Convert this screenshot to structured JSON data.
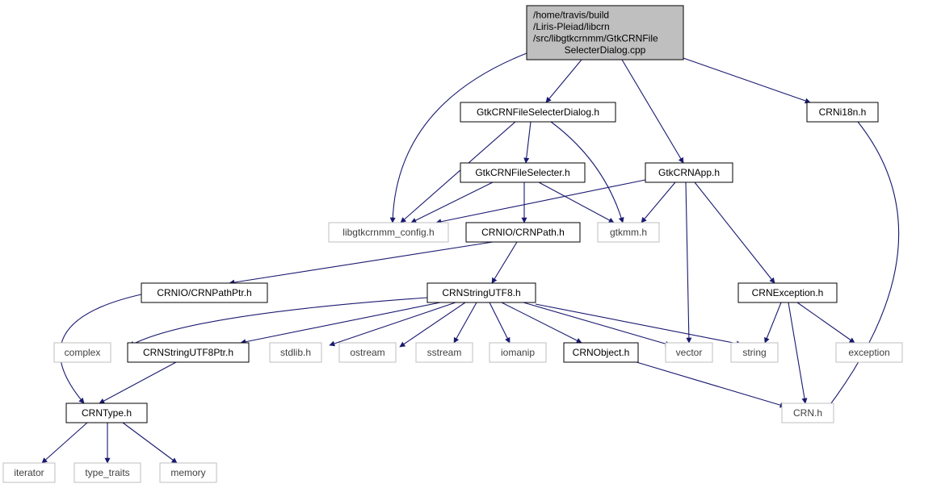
{
  "colors": {
    "edge": "#191970",
    "root_fill": "#bfbfbf",
    "node_border_dark": "#000000",
    "node_border_light": "#bfbfbf",
    "label_text": "#000000",
    "label_text_light": "#3f3f3f"
  },
  "nodes": [
    {
      "id": "root",
      "lines": [
        "/home/travis/build",
        "/Liris-Pleiad/libcrn",
        "/src/libgtkcrnmm/GtkCRNFile",
        "SelecterDialog.cpp"
      ],
      "kind": "root"
    },
    {
      "id": "gtkdialog",
      "lines": [
        "GtkCRNFileSelecterDialog.h"
      ],
      "kind": "documented"
    },
    {
      "id": "crni18n",
      "lines": [
        "CRNi18n.h"
      ],
      "kind": "documented"
    },
    {
      "id": "gtkselecter",
      "lines": [
        "GtkCRNFileSelecter.h"
      ],
      "kind": "documented"
    },
    {
      "id": "gtkapp",
      "lines": [
        "GtkCRNApp.h"
      ],
      "kind": "documented"
    },
    {
      "id": "config",
      "lines": [
        "libgtkcrnmm_config.h"
      ],
      "kind": "external"
    },
    {
      "id": "crnpath",
      "lines": [
        "CRNIO/CRNPath.h"
      ],
      "kind": "documented"
    },
    {
      "id": "gtkmm",
      "lines": [
        "gtkmm.h"
      ],
      "kind": "external"
    },
    {
      "id": "crnpathptr",
      "lines": [
        "CRNIO/CRNPathPtr.h"
      ],
      "kind": "documented"
    },
    {
      "id": "stringutf8",
      "lines": [
        "CRNStringUTF8.h"
      ],
      "kind": "documented"
    },
    {
      "id": "crnexception",
      "lines": [
        "CRNException.h"
      ],
      "kind": "documented"
    },
    {
      "id": "complex",
      "lines": [
        "complex"
      ],
      "kind": "external"
    },
    {
      "id": "stringutf8ptr",
      "lines": [
        "CRNStringUTF8Ptr.h"
      ],
      "kind": "documented"
    },
    {
      "id": "stdlib",
      "lines": [
        "stdlib.h"
      ],
      "kind": "external"
    },
    {
      "id": "ostream",
      "lines": [
        "ostream"
      ],
      "kind": "external"
    },
    {
      "id": "sstream",
      "lines": [
        "sstream"
      ],
      "kind": "external"
    },
    {
      "id": "iomanip",
      "lines": [
        "iomanip"
      ],
      "kind": "external"
    },
    {
      "id": "crnobject",
      "lines": [
        "CRNObject.h"
      ],
      "kind": "documented"
    },
    {
      "id": "vector",
      "lines": [
        "vector"
      ],
      "kind": "external"
    },
    {
      "id": "string",
      "lines": [
        "string"
      ],
      "kind": "external"
    },
    {
      "id": "exception",
      "lines": [
        "exception"
      ],
      "kind": "external"
    },
    {
      "id": "crntype",
      "lines": [
        "CRNType.h"
      ],
      "kind": "documented"
    },
    {
      "id": "crnh",
      "lines": [
        "CRN.h"
      ],
      "kind": "external"
    },
    {
      "id": "iterator",
      "lines": [
        "iterator"
      ],
      "kind": "external"
    },
    {
      "id": "type_traits",
      "lines": [
        "type_traits"
      ],
      "kind": "external"
    },
    {
      "id": "memory",
      "lines": [
        "memory"
      ],
      "kind": "external"
    }
  ],
  "edges": [
    {
      "from": "root",
      "to": "gtkdialog"
    },
    {
      "from": "root",
      "to": "config"
    },
    {
      "from": "root",
      "to": "gtkapp"
    },
    {
      "from": "root",
      "to": "crni18n"
    },
    {
      "from": "gtkdialog",
      "to": "gtkselecter"
    },
    {
      "from": "gtkdialog",
      "to": "config"
    },
    {
      "from": "gtkdialog",
      "to": "gtkmm"
    },
    {
      "from": "gtkselecter",
      "to": "config"
    },
    {
      "from": "gtkselecter",
      "to": "crnpath"
    },
    {
      "from": "gtkselecter",
      "to": "gtkmm"
    },
    {
      "from": "gtkapp",
      "to": "config"
    },
    {
      "from": "gtkapp",
      "to": "gtkmm"
    },
    {
      "from": "gtkapp",
      "to": "vector"
    },
    {
      "from": "gtkapp",
      "to": "crnexception"
    },
    {
      "from": "crni18n",
      "to": "crnh"
    },
    {
      "from": "crnpath",
      "to": "crnpathptr"
    },
    {
      "from": "crnpath",
      "to": "stringutf8"
    },
    {
      "from": "crnpathptr",
      "to": "crntype"
    },
    {
      "from": "stringutf8",
      "to": "complex"
    },
    {
      "from": "stringutf8",
      "to": "stringutf8ptr"
    },
    {
      "from": "stringutf8",
      "to": "stdlib"
    },
    {
      "from": "stringutf8",
      "to": "ostream"
    },
    {
      "from": "stringutf8",
      "to": "sstream"
    },
    {
      "from": "stringutf8",
      "to": "iomanip"
    },
    {
      "from": "stringutf8",
      "to": "crnobject"
    },
    {
      "from": "stringutf8",
      "to": "vector"
    },
    {
      "from": "stringutf8",
      "to": "string"
    },
    {
      "from": "crnexception",
      "to": "string"
    },
    {
      "from": "crnexception",
      "to": "exception"
    },
    {
      "from": "crnexception",
      "to": "crnh"
    },
    {
      "from": "stringutf8ptr",
      "to": "crntype"
    },
    {
      "from": "crnobject",
      "to": "crnh"
    },
    {
      "from": "crntype",
      "to": "iterator"
    },
    {
      "from": "crntype",
      "to": "type_traits"
    },
    {
      "from": "crntype",
      "to": "memory"
    }
  ]
}
